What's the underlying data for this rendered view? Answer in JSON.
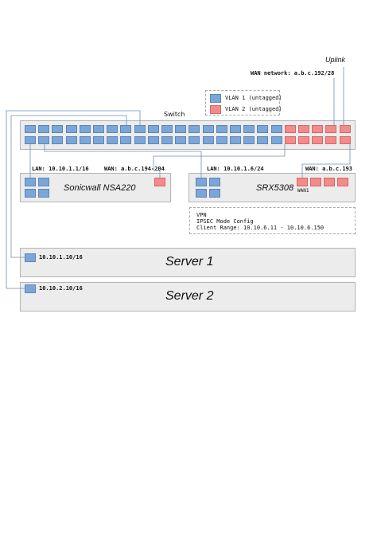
{
  "uplink_label": "Uplink",
  "wan_network": "WAN network: a.b.c.192/28",
  "legend": {
    "vlan1": "VLAN 1 (untagged)",
    "vlan2": "VLAN 2 (untagged)",
    "vlan1_color": "#7aa6d8",
    "vlan2_color": "#f28b8b"
  },
  "switch": {
    "title": "Switch",
    "blue_ports_per_row": 19,
    "red_ports_per_row": 5
  },
  "sonicwall": {
    "name": "Sonicwall NSA220",
    "lan": "LAN: 10.10.1.1/16",
    "wan": "WAN: a.b.c.194-204"
  },
  "srx": {
    "name": "SRX5308",
    "lan": "LAN: 10.10.1.6/24",
    "wan": "WAN: a.b.c.193",
    "wan_port": "WAN1"
  },
  "vpn": {
    "line1": "VPN",
    "line2": "IPSEC Mode Config",
    "line3": "Client Range: 10.10.6.11 - 10.10.6.150"
  },
  "server1": {
    "name": "Server 1",
    "ip": "10.10.1.10/16"
  },
  "server2": {
    "name": "Server 2",
    "ip": "10.10.2.10/16"
  },
  "wire_color": "#6d8fb8"
}
